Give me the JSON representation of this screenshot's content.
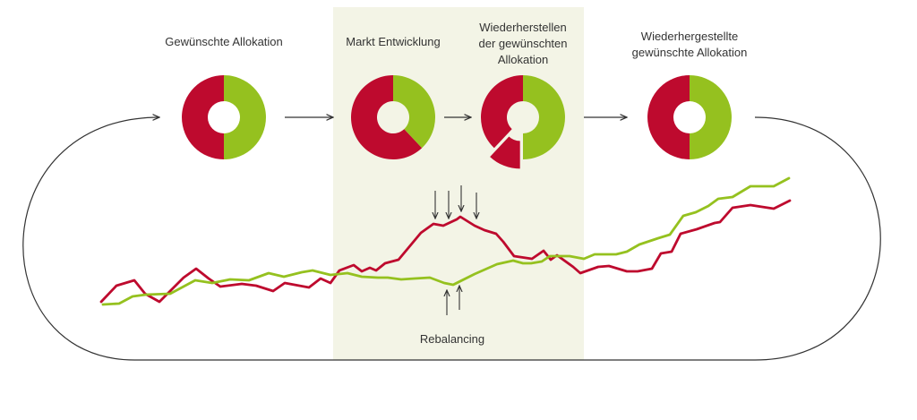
{
  "labels": {
    "desired": "Gewünschte Allokation",
    "market": "Markt Entwicklung",
    "restore_line1": "Wiederherstellen",
    "restore_line2": "der gewünschten",
    "restore_line3": "Allokation",
    "restored_line1": "Wiederhergestellte",
    "restored_line2": "gewünschte Allokation",
    "rebalancing": "Rebalancing"
  },
  "colors": {
    "red": "#be0a2e",
    "green": "#95c11f",
    "highlight": "#f3f4e6",
    "arrow": "#333333",
    "text": "#333333"
  },
  "icons": {
    "flow": "arrow-right-icon",
    "loop": "loop-arrow-icon",
    "marker": "arrow-down-icon"
  },
  "donuts": [
    {
      "name": "desired",
      "red": 0.5,
      "green": 0.5
    },
    {
      "name": "market",
      "red": 0.62,
      "green": 0.38
    },
    {
      "name": "restore",
      "red": 0.5,
      "green": 0.5,
      "exploded": 0.12
    },
    {
      "name": "restored",
      "red": 0.5,
      "green": 0.5
    }
  ]
}
